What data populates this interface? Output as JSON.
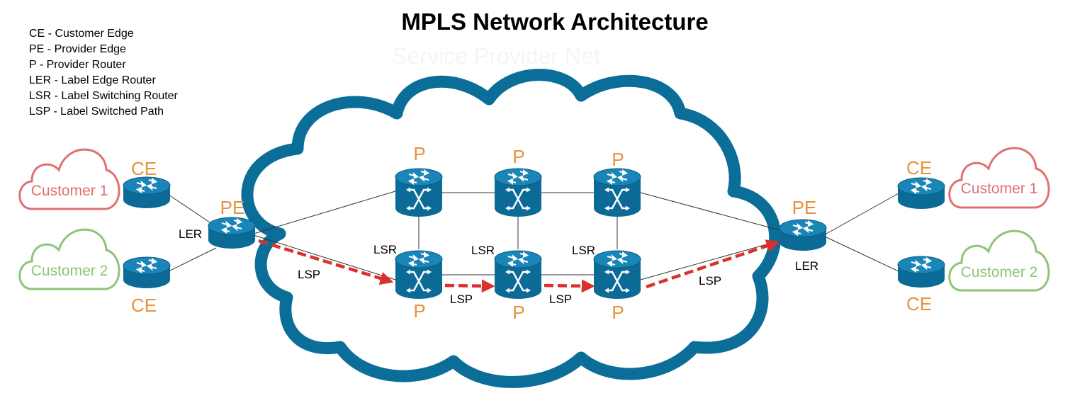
{
  "title": "MPLS Network Architecture",
  "cloud_watermark": "Service Provider Net",
  "legend": [
    "CE - Customer Edge",
    "PE - Provider Edge",
    "P - Provider Router",
    "LER - Label Edge Router",
    "LSR - Label Switching Router",
    "LSP - Label Switched Path"
  ],
  "labels": {
    "ce": "CE",
    "pe": "PE",
    "p": "P",
    "ler": "LER",
    "lsr": "LSR",
    "lsp": "LSP"
  },
  "customers": {
    "left_1": "Customer 1",
    "left_2": "Customer 2",
    "right_1": "Customer 1",
    "right_2": "Customer 2"
  },
  "colors": {
    "provider_cloud": "#0a6e99",
    "router_body": "#0b6a96",
    "customer_1": "#e07070",
    "customer_2": "#8dc477",
    "role_label": "#e8913a",
    "lsp_path": "#d9312b",
    "link": "#333333"
  },
  "icons": {
    "edge_router": "router-icon",
    "core_router": "switch-router-icon",
    "customer_site": "cloud-icon"
  }
}
